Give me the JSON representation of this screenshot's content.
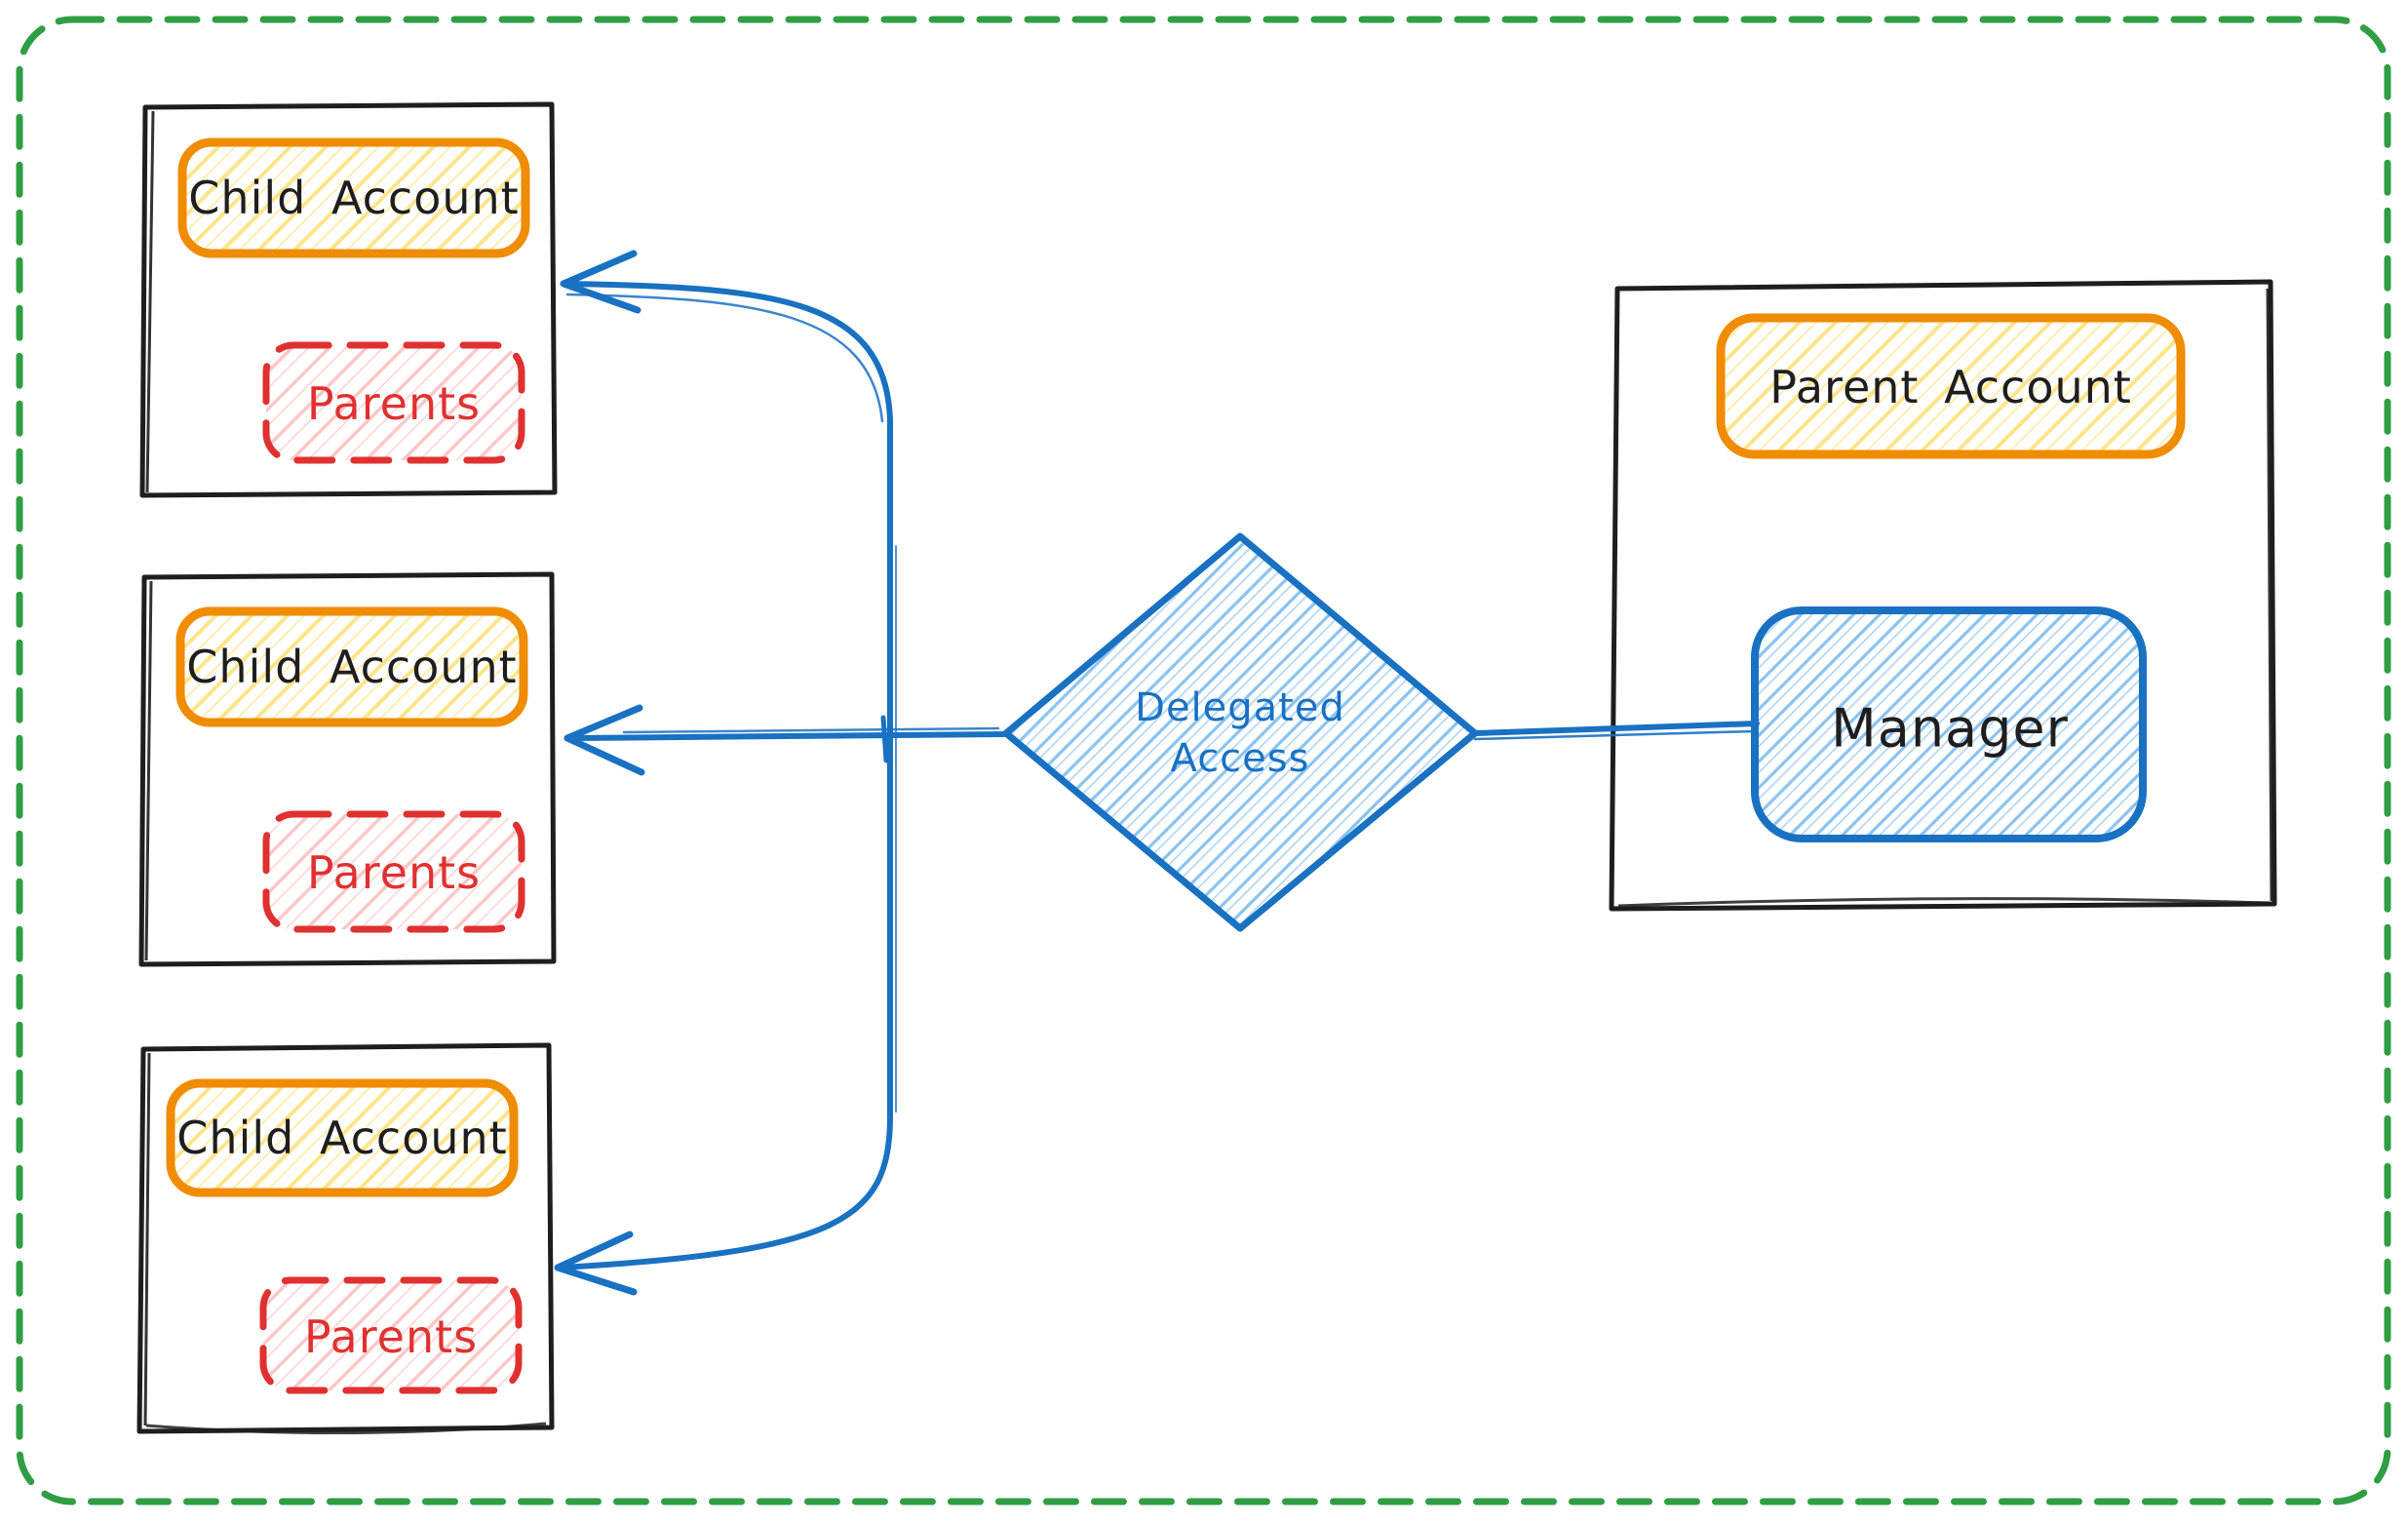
{
  "diagram": {
    "child_accounts": [
      {
        "title": "Child Account",
        "badge": "Parents"
      },
      {
        "title": "Child Account",
        "badge": "Parents"
      },
      {
        "title": "Child Account",
        "badge": "Parents"
      }
    ],
    "parent_account": {
      "title": "Parent Account",
      "manager": "Manager"
    },
    "decision": {
      "label": "Delegated Access"
    },
    "colors": {
      "border_green": "#2f9e44",
      "sketch_black": "#1e1e1e",
      "orange_stroke": "#f08c00",
      "yellow_hatch": "#ffd43b",
      "red_stroke": "#e03131",
      "pink_hatch": "#ff9f9f",
      "blue_stroke": "#1971c2",
      "light_blue_hatch": "#74b9f0"
    }
  }
}
